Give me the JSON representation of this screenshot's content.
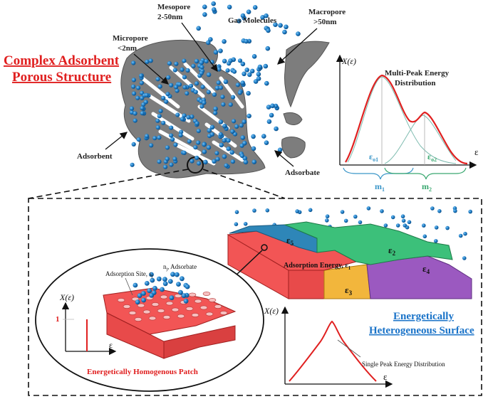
{
  "title": {
    "line1": "Complex Adsorbent",
    "line2": "Porous Structure"
  },
  "labels": {
    "mesopore": [
      "Mesopore",
      "2-50nm"
    ],
    "micropore": [
      "Micropore",
      "<2nm"
    ],
    "macropore": [
      "Macropore",
      ">50nm"
    ],
    "gas_molecules": "Gas Molecules",
    "adsorbent": "Adsorbent",
    "adsorbate": "Adsorbate"
  },
  "multi_peak": {
    "title": [
      "Multi-Peak Energy",
      "Distribution"
    ],
    "y_axis": "X(ε)",
    "x_axis": "ε",
    "peak1": "ε",
    "peak1_sub": "o1",
    "peak2": "ε",
    "peak2_sub": "o2",
    "brace1": "m",
    "brace1_sub": "1",
    "brace2": "m",
    "brace2_sub": "2"
  },
  "surface": {
    "title": [
      "Energetically",
      "Heterogeneous Surface"
    ],
    "adsorption_energy": "Adsorption Energy, ε",
    "adsorption_energy_sub": "1",
    "regions": [
      {
        "label": "ε",
        "sub": "5",
        "color": "#2e86b8"
      },
      {
        "label": "ε",
        "sub": "2",
        "color": "#3cc07a"
      },
      {
        "label": "ε",
        "sub": "4",
        "color": "#9b59c0"
      },
      {
        "label": "ε",
        "sub": "3",
        "color": "#f2b63c"
      },
      {
        "label": "ε",
        "sub": "1",
        "color": "#f25555"
      }
    ]
  },
  "single_peak": {
    "y_axis": "X(ε)",
    "x_axis": "ε",
    "caption": "Single Peak Energy Distribution"
  },
  "patch": {
    "y_axis": "X(ε)",
    "x_axis": "ε",
    "y_tick": "1",
    "site_label": "Adsorption Site, s",
    "site_sub": "j",
    "adsorbate_label": "n",
    "adsorbate_sub": "j",
    "adsorbate_suffix": ", Adsorbate",
    "title": "Energetically Homogenous Patch"
  },
  "colors": {
    "title_red": "#e02020",
    "link_blue": "#1a73c8",
    "molecule_blue": "#1e7ec8",
    "adsorbent_gray": "#808080",
    "curve_red": "#e02020",
    "peak1_blue": "#3a96c8",
    "peak2_green": "#3aa870"
  }
}
